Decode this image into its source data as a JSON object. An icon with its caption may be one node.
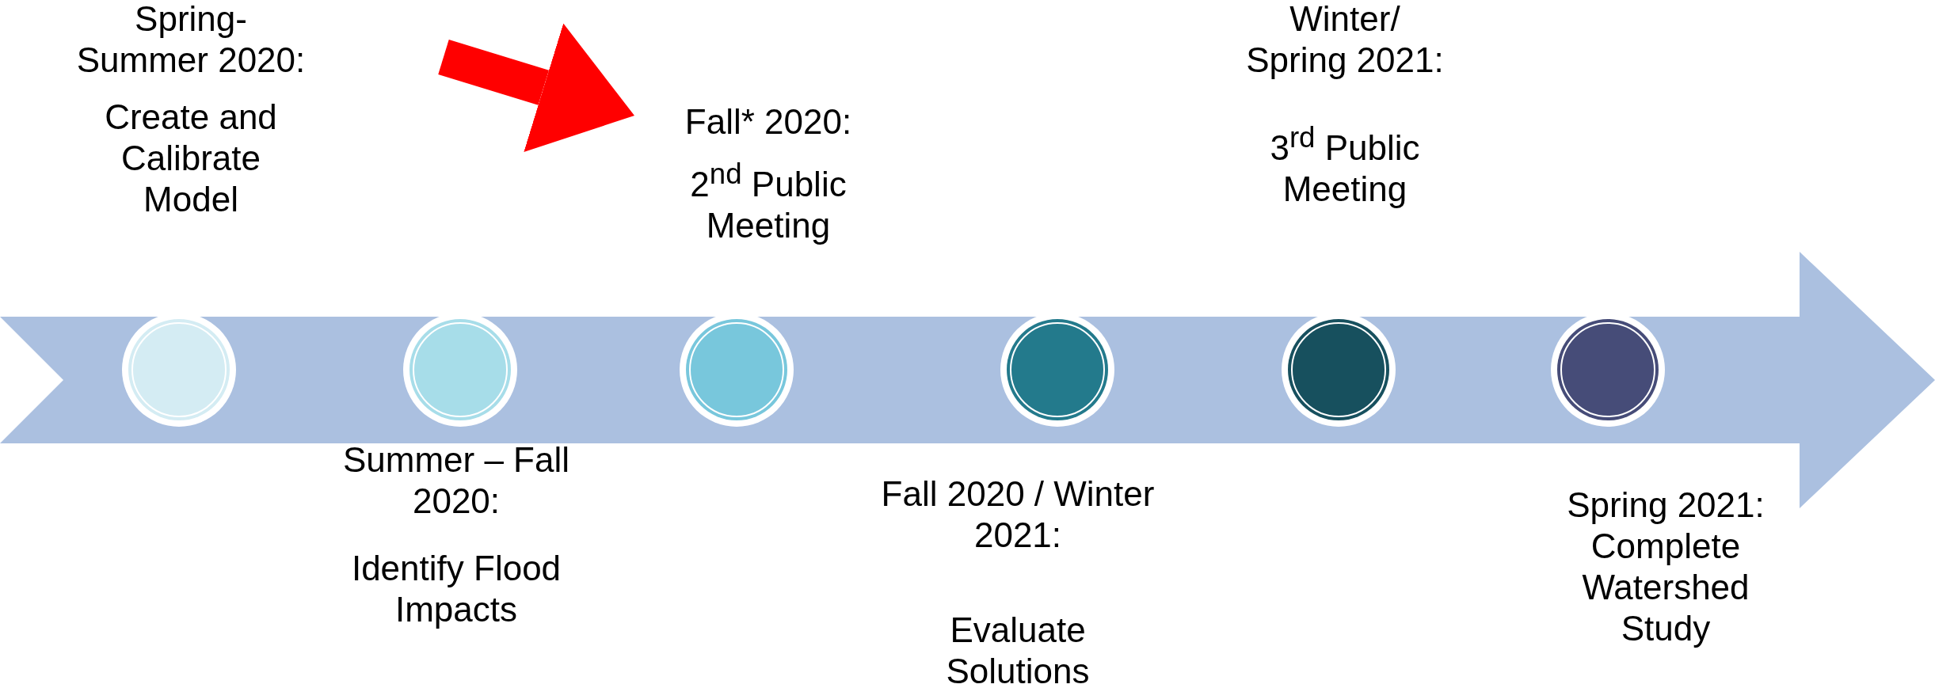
{
  "diagram": {
    "nodes": [
      {
        "text": [],
        "shape": "arrow"
      },
      {
        "text": [],
        "shape": "circle",
        "in": 0
      },
      {
        "text": [],
        "shape": "circle",
        "in": 0
      },
      {
        "text": [],
        "shape": "circle",
        "in": 0
      },
      {
        "text": [],
        "shape": "circle",
        "in": 0
      },
      {
        "text": [],
        "shape": "circle",
        "in": 0
      },
      {
        "text": [],
        "shape": "circle",
        "in": 0
      },
      {
        "text": [
          "Fall* 2020:",
          "2$^{nd}$ Public Meeting"
        ]
      }
    ],
    "edges": [
      {
        "from": null,
        "to": 7,
        "arrow": "to",
        "color": "#ff0000"
      }
    ],
    "labels": [
      "Spring-Summer 2020:",
      "Create and Calibrate Model",
      "Summer – Fall 2020:",
      "Identify Flood Impacts",
      "Fall 2020 / Winter 2021:",
      "Evaluate Solutions",
      "Winter/ Spring 2021:",
      "3$^{rd}$ Public Meeting",
      "Spring 2021: Complete Watershed Study"
    ]
  }
}
